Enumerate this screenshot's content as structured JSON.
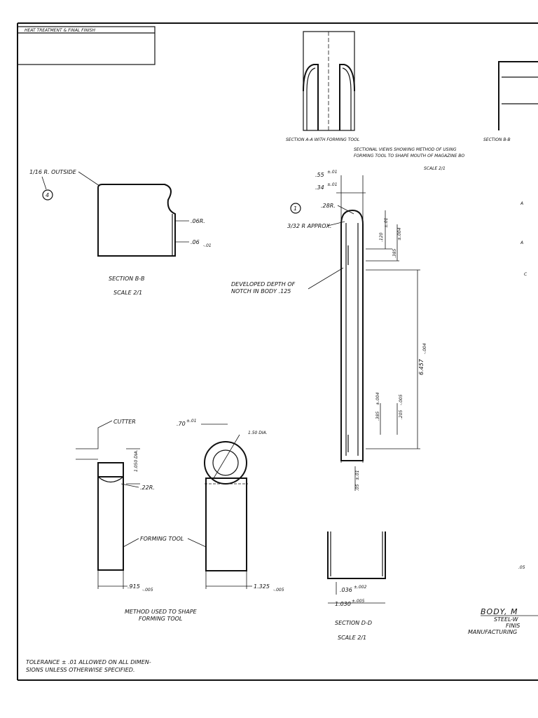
{
  "title_block": {
    "heat_treatment_label": "HEAT TREATMENT & FINAL FINISH"
  },
  "section_aa": {
    "caption": "SECTION A-A WITH FORMING TOOL"
  },
  "section_bb_top": {
    "caption": "SECTION B-B"
  },
  "sectional_note": {
    "line1": "SECTIONAL VIEWS SHOWING METHOD OF USING",
    "line2": "FORMING TOOL TO SHAPE MOUTH OF MAGAZINE BO",
    "scale": "SCALE 2/1"
  },
  "section_bb": {
    "radius_outside": "1/16 R. OUTSIDE",
    "callout": "4",
    "dim_06r": ".06R.",
    "dim_06": ".06",
    "dim_06_tol": "-.01",
    "caption": "SECTION B-B",
    "scale": "SCALE 2/1"
  },
  "body_view": {
    "dim_55": ".55",
    "dim_55_tol": "±.01",
    "dim_34": ".34",
    "dim_34_tol": "±.01",
    "dim_28r": ".28R.",
    "callout": "1",
    "r_approx": "3/32 R APPROX.",
    "dim_120": ".120",
    "dim_120_tol": "±.01",
    "dim_385_top": ".385",
    "dim_385_top_tol": "±.004",
    "notch_note1": "DEVELOPED DEPTH OF",
    "notch_note2": "NOTCH IN BODY .125",
    "dim_6457": "6.457",
    "dim_6457_tol": "-.004",
    "dim_385_bot": ".385",
    "dim_385_bot_tol": "±.004",
    "dim_205": ".205",
    "dim_205_tol": "-.005",
    "dim_05": ".05",
    "dim_05_tol": "±.01",
    "label_a1": "A",
    "label_a2": "A",
    "label_c": "C"
  },
  "forming_tool": {
    "cutter": "CUTTER",
    "dim_70": ".70",
    "dim_70_tol": "±.01",
    "dim_150dia": "1.50 DIA.",
    "dim_1050dia": "1.050 DIA.",
    "dim_22r": ".22R.",
    "forming_tool_label": "FORMING TOOL",
    "dim_915": ".915",
    "dim_915_tol": "-.005",
    "dim_1325": "1.325",
    "dim_1325_tol": "-.005",
    "caption1": "METHOD USED TO SHAPE",
    "caption2": "FORMING TOOL"
  },
  "section_dd": {
    "dim_036": ".036",
    "dim_036_tol": "±.002",
    "dim_1030": "1.030",
    "dim_1030_tol": "±.005",
    "caption": "SECTION D-D",
    "scale": "SCALE 2/1"
  },
  "title": {
    "part_name": "BODY, M",
    "material": "STEEL-W",
    "finish": "FINIS",
    "manufacturing": "MANUFACTURING",
    "dim_05": ".05"
  },
  "tolerance_note": {
    "line1": "TOLERANCE ± .01 ALLOWED ON ALL DIMEN-",
    "line2": "SIONS UNLESS OTHERWISE SPECIFIED."
  }
}
